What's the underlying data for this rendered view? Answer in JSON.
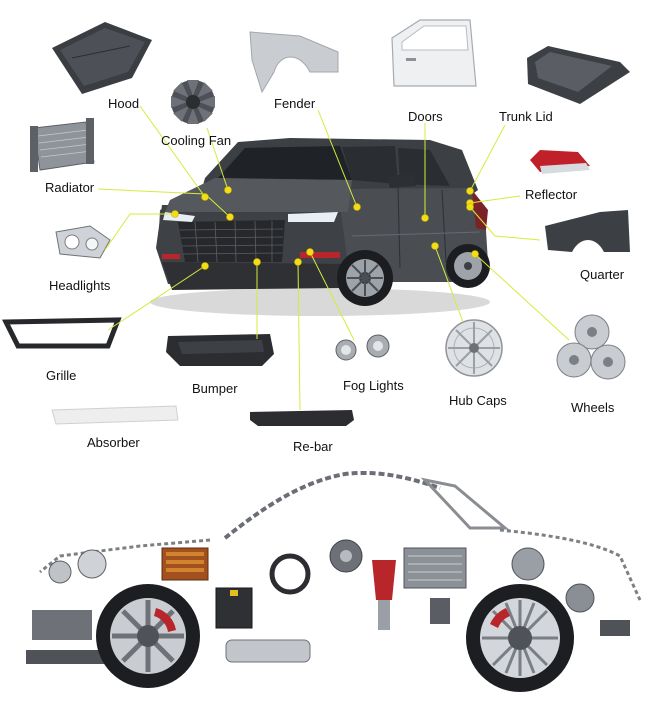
{
  "colors": {
    "leader": "#d8ea3c",
    "dot": "#f2dd18",
    "car_body": "#4a4d52",
    "part_dark": "#3a3d42",
    "part_silver": "#c9ccd0",
    "background": "#ffffff"
  },
  "labels": {
    "hood": "Hood",
    "cooling_fan": "Cooling Fan",
    "fender": "Fender",
    "doors": "Doors",
    "trunk_lid": "Trunk Lid",
    "radiator": "Radiator",
    "reflector": "Reflector",
    "headlights": "Headlights",
    "quarter": "Quarter",
    "grille": "Grille",
    "bumper": "Bumper",
    "fog_lights": "Fog Lights",
    "hub_caps": "Hub Caps",
    "wheels": "Wheels",
    "absorber": "Absorber",
    "re_bar": "Re-bar"
  },
  "icons": {
    "suv": "suv-car-image",
    "collage": "car-shaped-parts-collage-image"
  }
}
